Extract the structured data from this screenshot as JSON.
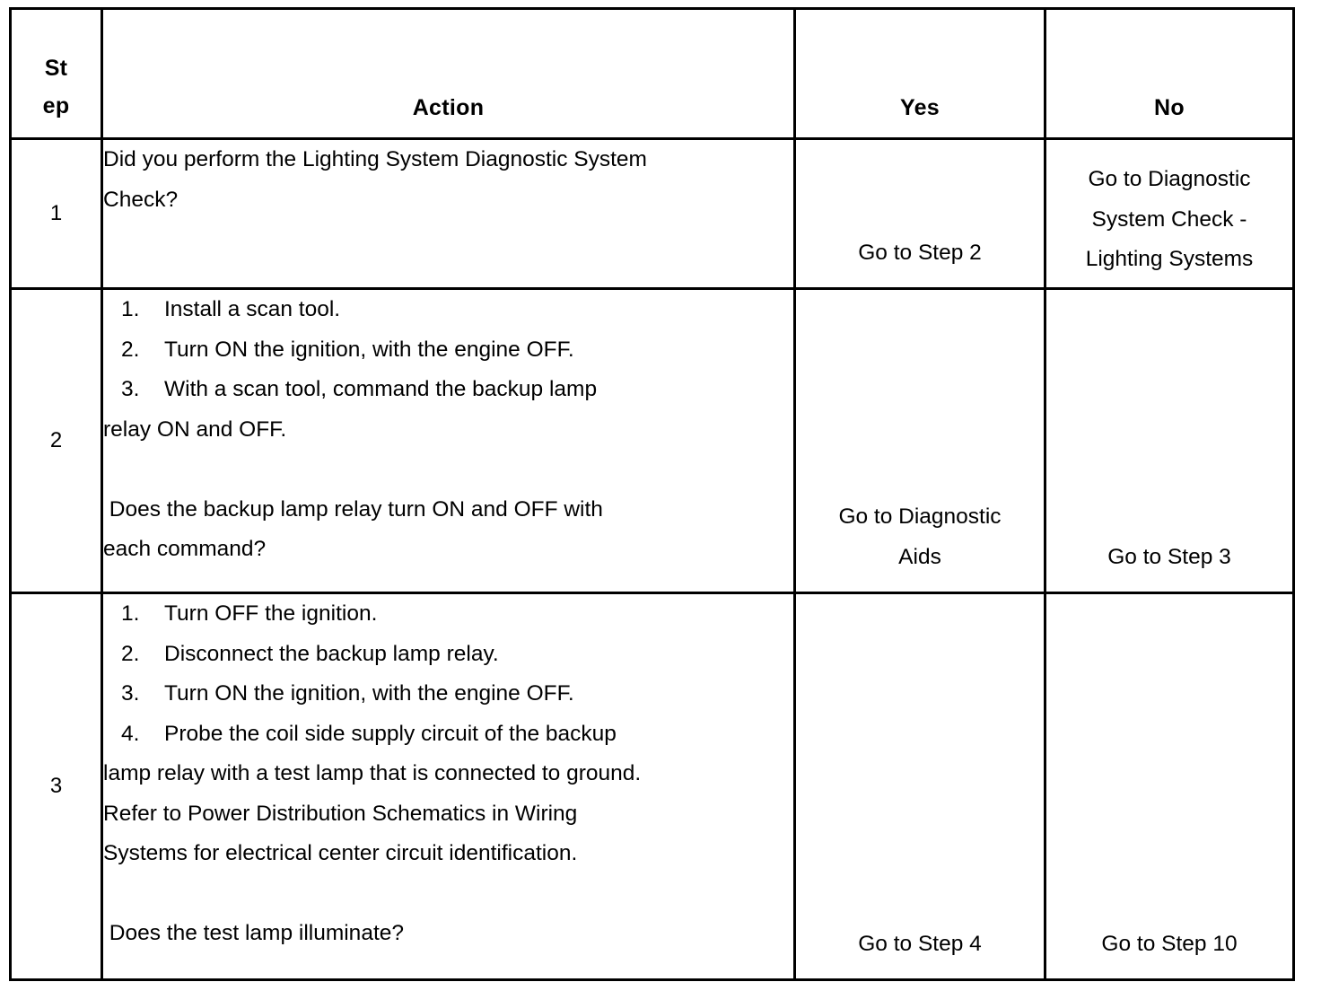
{
  "table": {
    "headers": {
      "step_line1": "St",
      "step_line2": "ep",
      "action": "Action",
      "yes": "Yes",
      "no": "No"
    },
    "rows": [
      {
        "step": "1",
        "action_lines": [
          {
            "type": "text",
            "text": "Did you perform the Lighting System Diagnostic System"
          },
          {
            "type": "text",
            "text": "Check?"
          }
        ],
        "yes_lines": [
          "Go to Step 2"
        ],
        "no_lines": [
          "Go to Diagnostic",
          "System Check -",
          "Lighting Systems"
        ],
        "yes_align": "bottom",
        "no_align": "top"
      },
      {
        "step": "2",
        "action_lines": [
          {
            "type": "item",
            "num": "1.",
            "text": "Install a scan tool."
          },
          {
            "type": "item",
            "num": "2.",
            "text": "Turn ON the ignition, with the engine OFF."
          },
          {
            "type": "item",
            "num": "3.",
            "text": "With a scan tool, command the backup lamp"
          },
          {
            "type": "text",
            "text": "relay ON and OFF."
          },
          {
            "type": "gap",
            "text": ""
          },
          {
            "type": "text",
            "text": " Does the backup lamp relay turn ON and OFF with"
          },
          {
            "type": "text",
            "text": "each command?"
          }
        ],
        "yes_lines": [
          "Go to Diagnostic",
          "Aids"
        ],
        "no_lines": [
          "Go to Step 3"
        ],
        "yes_align": "bottom",
        "no_align": "bottom"
      },
      {
        "step": "3",
        "action_lines": [
          {
            "type": "item",
            "num": "1.",
            "text": "Turn OFF the ignition."
          },
          {
            "type": "item",
            "num": "2.",
            "text": "Disconnect the backup lamp relay."
          },
          {
            "type": "item",
            "num": "3.",
            "text": "Turn ON the ignition, with the engine OFF."
          },
          {
            "type": "item",
            "num": "4.",
            "text": "Probe the coil side supply circuit of the backup"
          },
          {
            "type": "text",
            "text": "lamp relay with a test lamp that is connected to ground."
          },
          {
            "type": "text",
            "text": "Refer to Power Distribution Schematics in Wiring"
          },
          {
            "type": "text",
            "text": "Systems for electrical center circuit identification."
          },
          {
            "type": "gap",
            "text": ""
          },
          {
            "type": "text",
            "text": " Does the test lamp illuminate?"
          }
        ],
        "yes_lines": [
          "Go to Step 4"
        ],
        "no_lines": [
          "Go to Step 10"
        ],
        "yes_align": "bottom",
        "no_align": "bottom"
      }
    ]
  },
  "colors": {
    "border": "#000000",
    "text": "#000000",
    "background": "#ffffff"
  }
}
